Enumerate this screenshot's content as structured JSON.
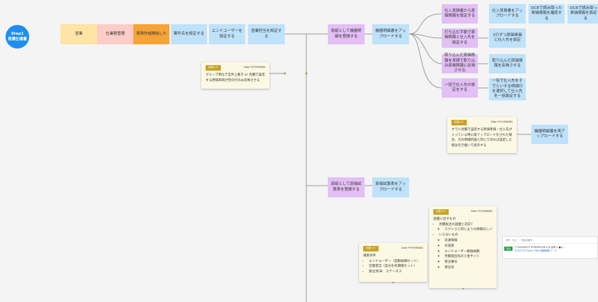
{
  "step": {
    "line1": "Step1",
    "line2": "見積仕様書"
  },
  "flow": {
    "sales": "営業",
    "cost_mgmt": "仕業務管理",
    "quote_start": "見積作成開始した",
    "set_item_name": "案件名を設定する",
    "set_end_user": "エンドユーザーを設定する",
    "set_sales_person": "営業担当を設定する",
    "register_equipment": "原紙として機器明細を登録する",
    "upload_equipment": "機器明細書をアップロードする",
    "register_estimate": "原紙として原価試算表を登録する",
    "upload_estimate": "原価試算表をアップロードする",
    "upload_equipment_again": "機器明細書を再アップロードする"
  },
  "branches": {
    "set_from_quote_info": "仕入見積書から原価情報を設定する",
    "manual_set": "打ち込む手動で原価情報と仕入先を設定する",
    "capture_manual": "取り込んだ原価情報を見積で取り込み原価情報に反映させる",
    "bulk_supplier": "一括で仕入先の設定をする"
  },
  "details": {
    "upload_quote_doc": "仕入見積書をアップロードする",
    "ocr_check": "OCRで読み取った単価情報を確認する",
    "ocr_set": "OCRで読み取った単価情報を設定する",
    "manual_input": "1行ずつ原価単価と仕入先を設定",
    "reflect_captured": "取り込んだ原価情報を反映させる",
    "bulk_select": "一括で仕入先をそでといする明細行を選択して仕入先を一括設定する"
  },
  "note1": {
    "tag": "記載メモ",
    "date": "Date YYYY/MM/DD",
    "body": "グループ単位で全件上書き or 見積で設定する原価単価が空の行のみ反映させる"
  },
  "note2": {
    "tag": "記載メモ",
    "date": "Date YYYY/MM/DD",
    "body": "すでに見積で設定する原価単価・仕入先が入っている時に再アップロードをされた場合、元の明細内容と同じであれば設定した値は引き継いで表示する"
  },
  "note3": {
    "tag": "記載メモ",
    "date": "Date YYYY/MM/DD",
    "heading": "検索条件",
    "items": [
      "エンドユーザー（自動候補セット）",
      "営業担当（自分を初期値セット）",
      "受注済/未　ステータス"
    ]
  },
  "note4": {
    "tag": "記載メモ",
    "date": "Date YYYY/MM/DD",
    "heading": "画面に出すもの",
    "group1": "見積仮注の画面と対応？",
    "group1_items": [
      "スクショと同じような情報ほしい"
    ],
    "group2": "いらないもの",
    "group2_items": [
      "流通情報",
      "作成者",
      "エンドユーザー郵送納期",
      "見積提出先の入金サイト",
      "受注番号",
      "受注日"
    ]
  },
  "card": {
    "header": "見学　中止　　見積書番号",
    "badge": "受注",
    "line1": "☐ 2024/05/27 ⚑ NY000128-3 ☺ 太郎 ◎ ■ 2,...",
    "link": "ZGI/CP-CP Cloud Office 機器明細 リース"
  }
}
